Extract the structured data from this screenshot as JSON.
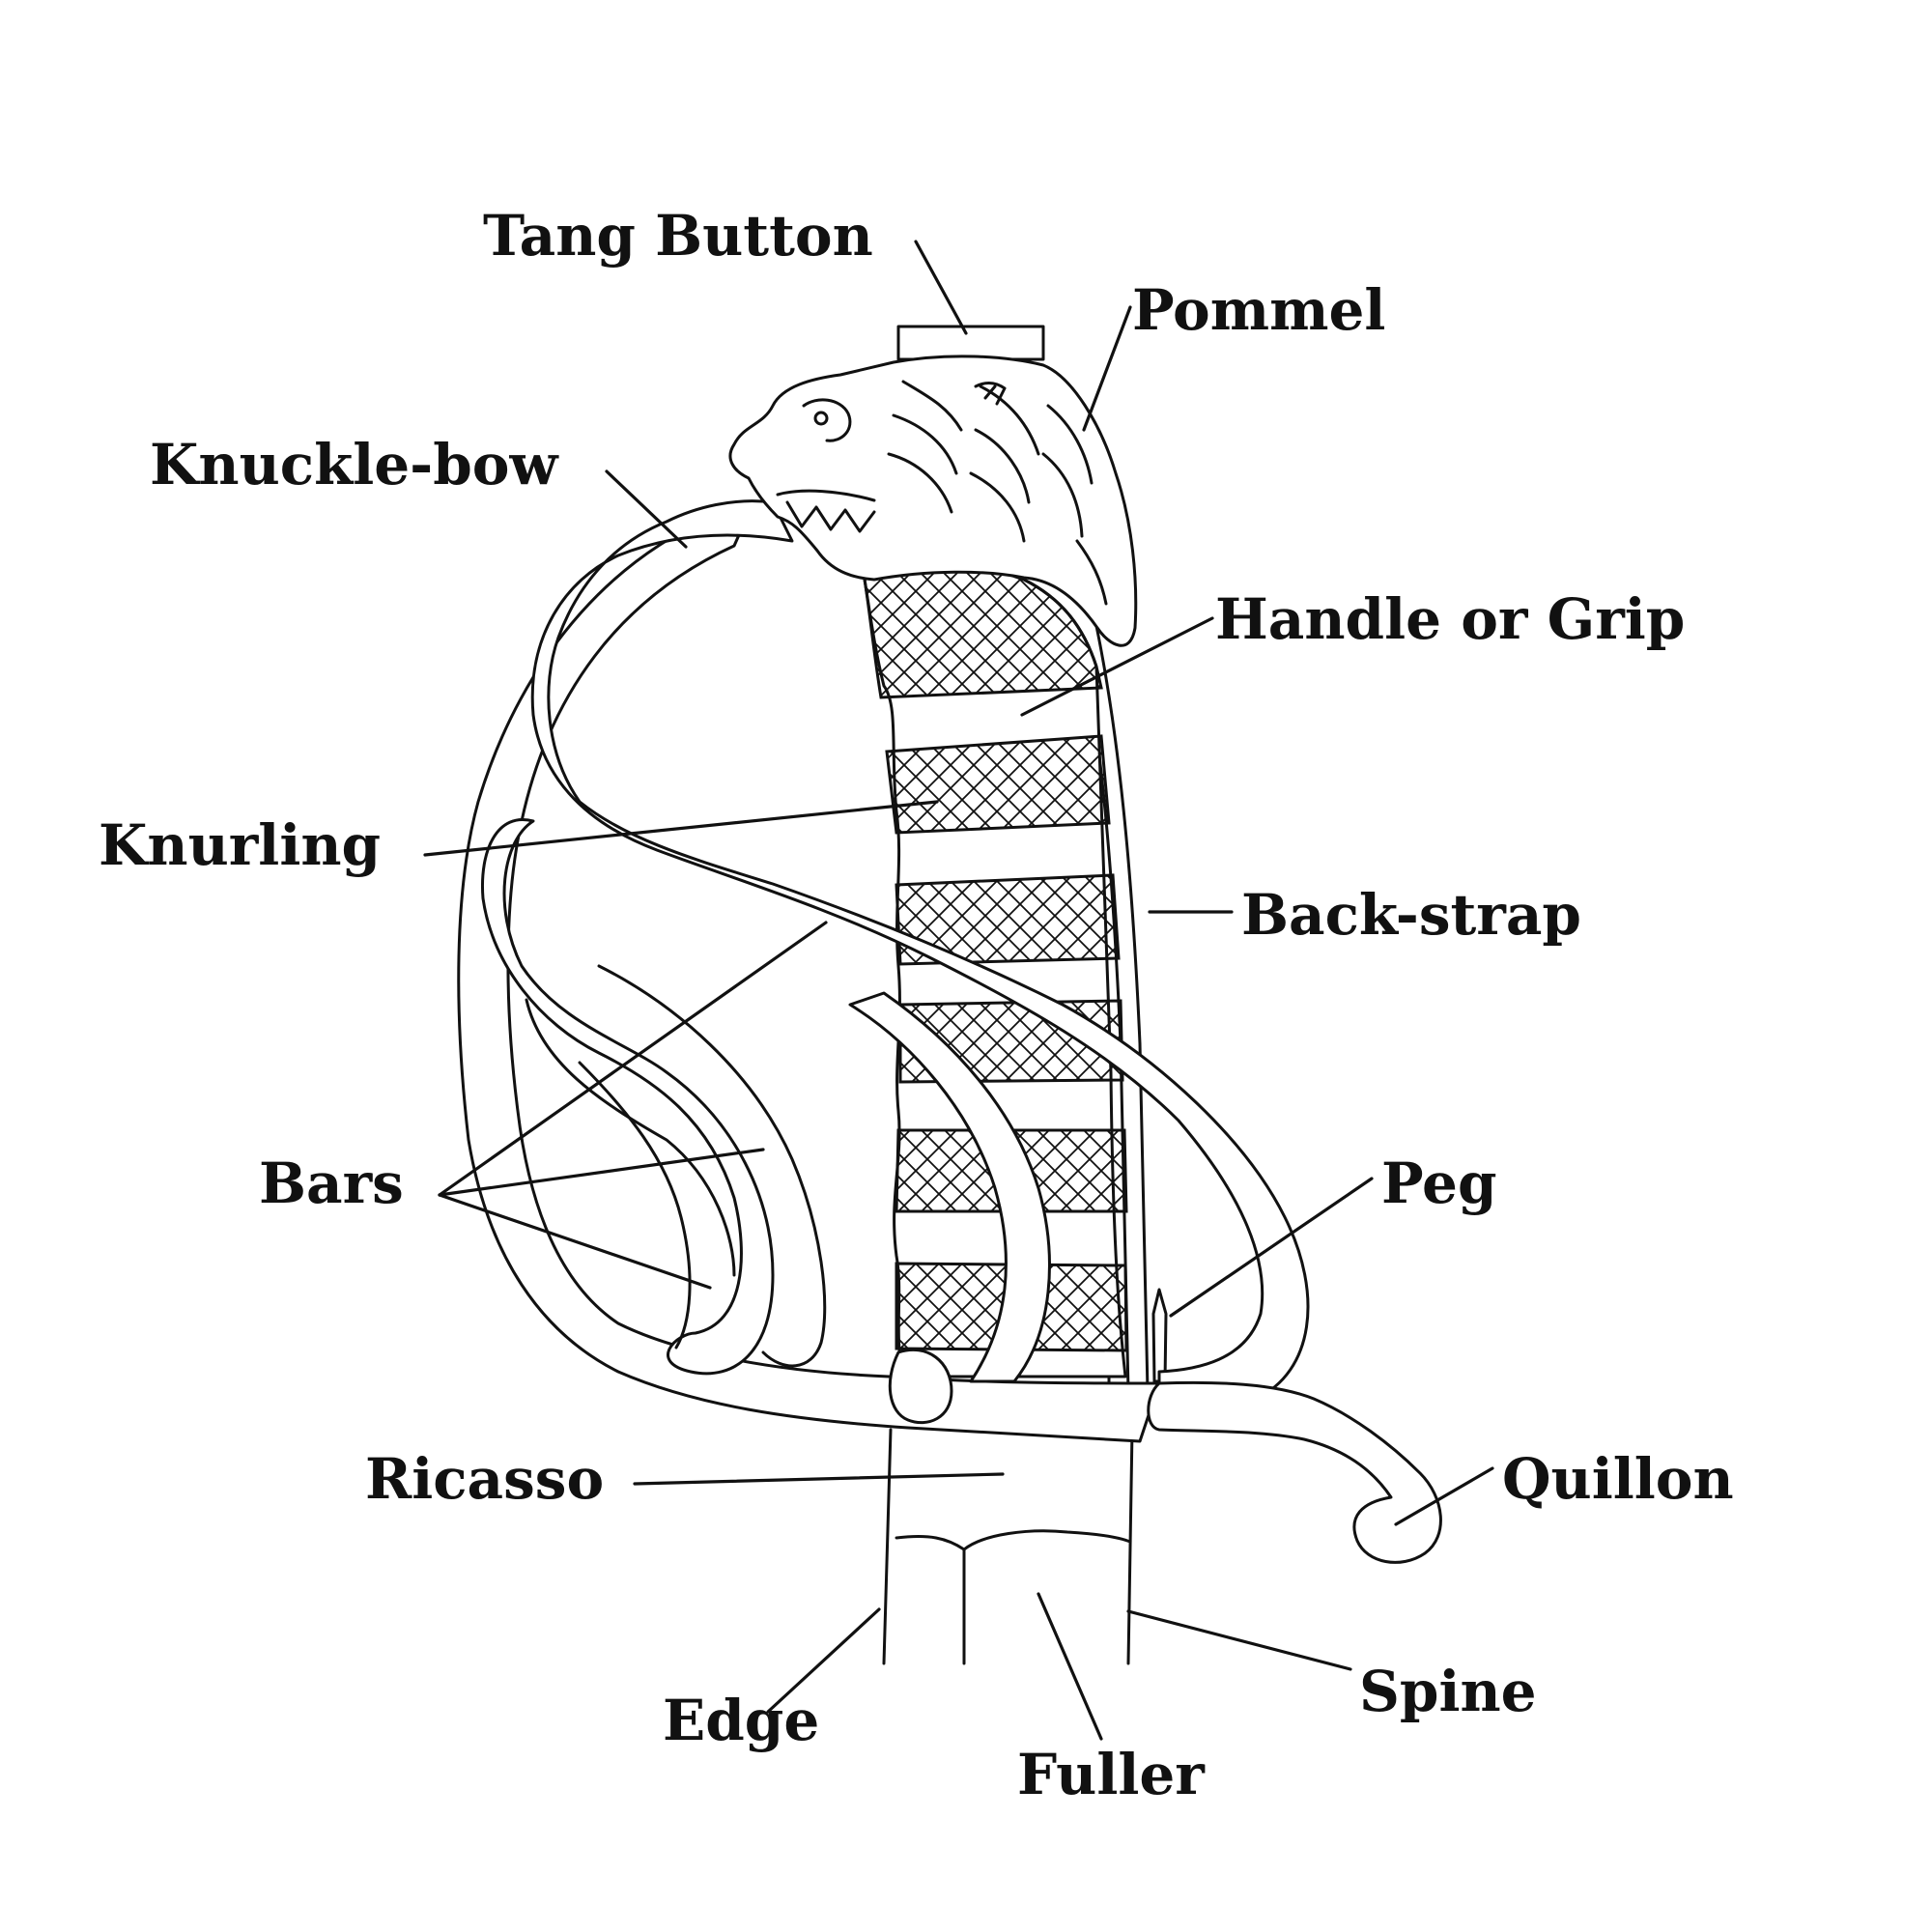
{
  "labels": {
    "tang_button": "Tang Button",
    "pommel": "Pommel",
    "knuckle_bow": "Knuckle-bow",
    "handle_or_grip": "Handle or Grip",
    "knurling": "Knurling",
    "back_strap": "Back-strap",
    "bars": "Bars",
    "peg": "Peg",
    "ricasso": "Ricasso",
    "quillon": "Quillon",
    "edge": "Edge",
    "spine": "Spine",
    "fuller": "Fuller"
  },
  "colors": {
    "ink": "#111111",
    "background": "#ffffff"
  }
}
